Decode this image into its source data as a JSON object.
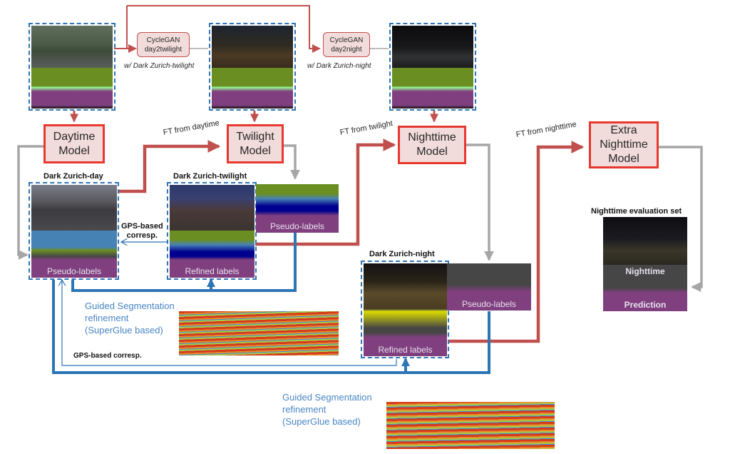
{
  "colors": {
    "model_fill": "#f2dcdb",
    "model_border": "#e8382e",
    "red_arrow": "#c0504d",
    "gray_arrow": "#a6a6a6",
    "blue_arrow": "#2e75b6",
    "dashed_border": "#2e75b6",
    "blue_text": "#4a86c5",
    "seg_road": "#80407f",
    "seg_vegetation": "#6b8e23",
    "seg_sky": "#4682b4",
    "seg_sign": "#dcdc00",
    "seg_car": "#00008e",
    "seg_building": "#464646"
  },
  "models": {
    "daytime": "Daytime\nModel",
    "twilight": "Twilight\nModel",
    "nighttime": "Nighttime\nModel",
    "extra": "Extra\nNighttime\nModel"
  },
  "cyclegan": {
    "day2twilight": "CycleGAN\nday2twilight",
    "day2twilight_caption": "w/ Dark Zurich-twilight",
    "day2night": "CycleGAN\nday2night",
    "day2night_caption": "w/ Dark Zurich-night"
  },
  "finetune_labels": {
    "from_daytime": "FT from daytime",
    "from_twilight": "FT from twilight",
    "from_nighttime": "FT from nighttime"
  },
  "datasets": {
    "day": "Dark Zurich-day",
    "twilight": "Dark Zurich-twilight",
    "night": "Dark Zurich-night",
    "eval": "Nighttime evaluation set"
  },
  "labels": {
    "pseudo": "Pseudo-labels",
    "refined": "Refined labels",
    "nighttime": "Nighttime",
    "prediction": "Prediction"
  },
  "correspondence": {
    "gps_top": "GPS-based\ncorresp.",
    "gps_bottom": "GPS-based corresp."
  },
  "refinement": {
    "text": "Guided Segmentation\nrefinement\n(SuperGlue based)"
  }
}
